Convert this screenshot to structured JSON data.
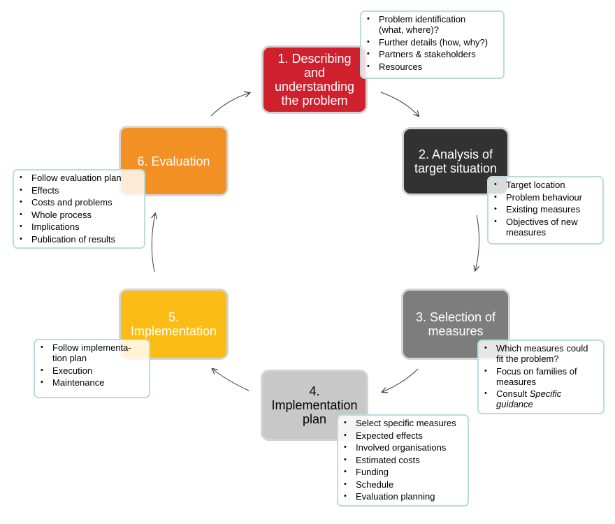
{
  "steps": [
    {
      "label": "1. Describing\nand\nunderstanding\nthe problem",
      "color": "#d0202e"
    },
    {
      "label": "2. Analysis of\ntarget situation",
      "color": "#323232"
    },
    {
      "label": "3. Selection of\nmeasures",
      "color": "#7d7d7d"
    },
    {
      "label": "4.\nImplementation\nplan",
      "color": "#c8c8c8"
    },
    {
      "label": "5.\nImplementation",
      "color": "#fbbd15"
    },
    {
      "label": "6. Evaluation",
      "color": "#f39024"
    }
  ],
  "notes": [
    {
      "items": [
        "Problem identification\n(what, where)?",
        "Further details (how, why?)",
        "Partners & stakeholders",
        "Resources"
      ]
    },
    {
      "items": [
        "Target location",
        "Problem behaviour",
        "Existing measures",
        "Objectives of new\nmeasures"
      ]
    },
    {
      "items": [
        "Which measures could\nfit the problem?",
        "Focus on families of\nmeasures",
        "Consult"
      ],
      "italic_suffix": "Specific\nguidance"
    },
    {
      "items": [
        "Select specific measures",
        "Expected effects",
        "Involved organisations",
        "Estimated costs",
        "Funding",
        "Schedule",
        "Evaluation planning"
      ]
    },
    {
      "items": [
        "Follow implementa-\ntion plan",
        "Execution",
        "Maintenance"
      ]
    },
    {
      "items": [
        "Follow evaluation plan",
        "Effects",
        "Costs and problems",
        "Whole process",
        "Implications",
        "Publication of results"
      ]
    }
  ],
  "colors": {
    "note_border": "#b7dde1",
    "step_border": "#d4d4d4",
    "arrow": "#404040"
  }
}
